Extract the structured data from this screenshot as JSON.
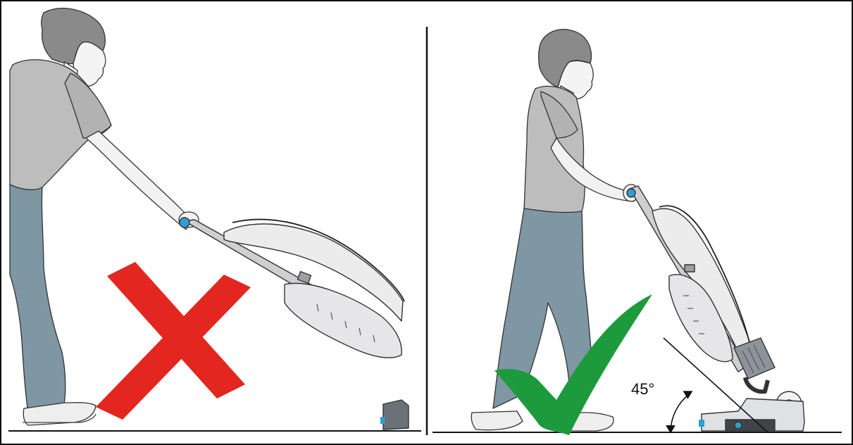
{
  "figure": {
    "wrong_panel": {
      "verdict_mark": "cross-mark"
    },
    "correct_panel": {
      "verdict_mark": "check-mark",
      "angle_label": "45°"
    }
  },
  "colors": {
    "frame": "#111111",
    "cross": "#e3261f",
    "check": "#1c9a3c",
    "shirt": "#bdbdbd",
    "jeans": "#7f96a3",
    "skin": "#f2f2f2",
    "hair": "#8a8a8a",
    "machine_body": "#e8e8ea",
    "machine_dark": "#6b7178",
    "accent": "#2f9fd0"
  }
}
